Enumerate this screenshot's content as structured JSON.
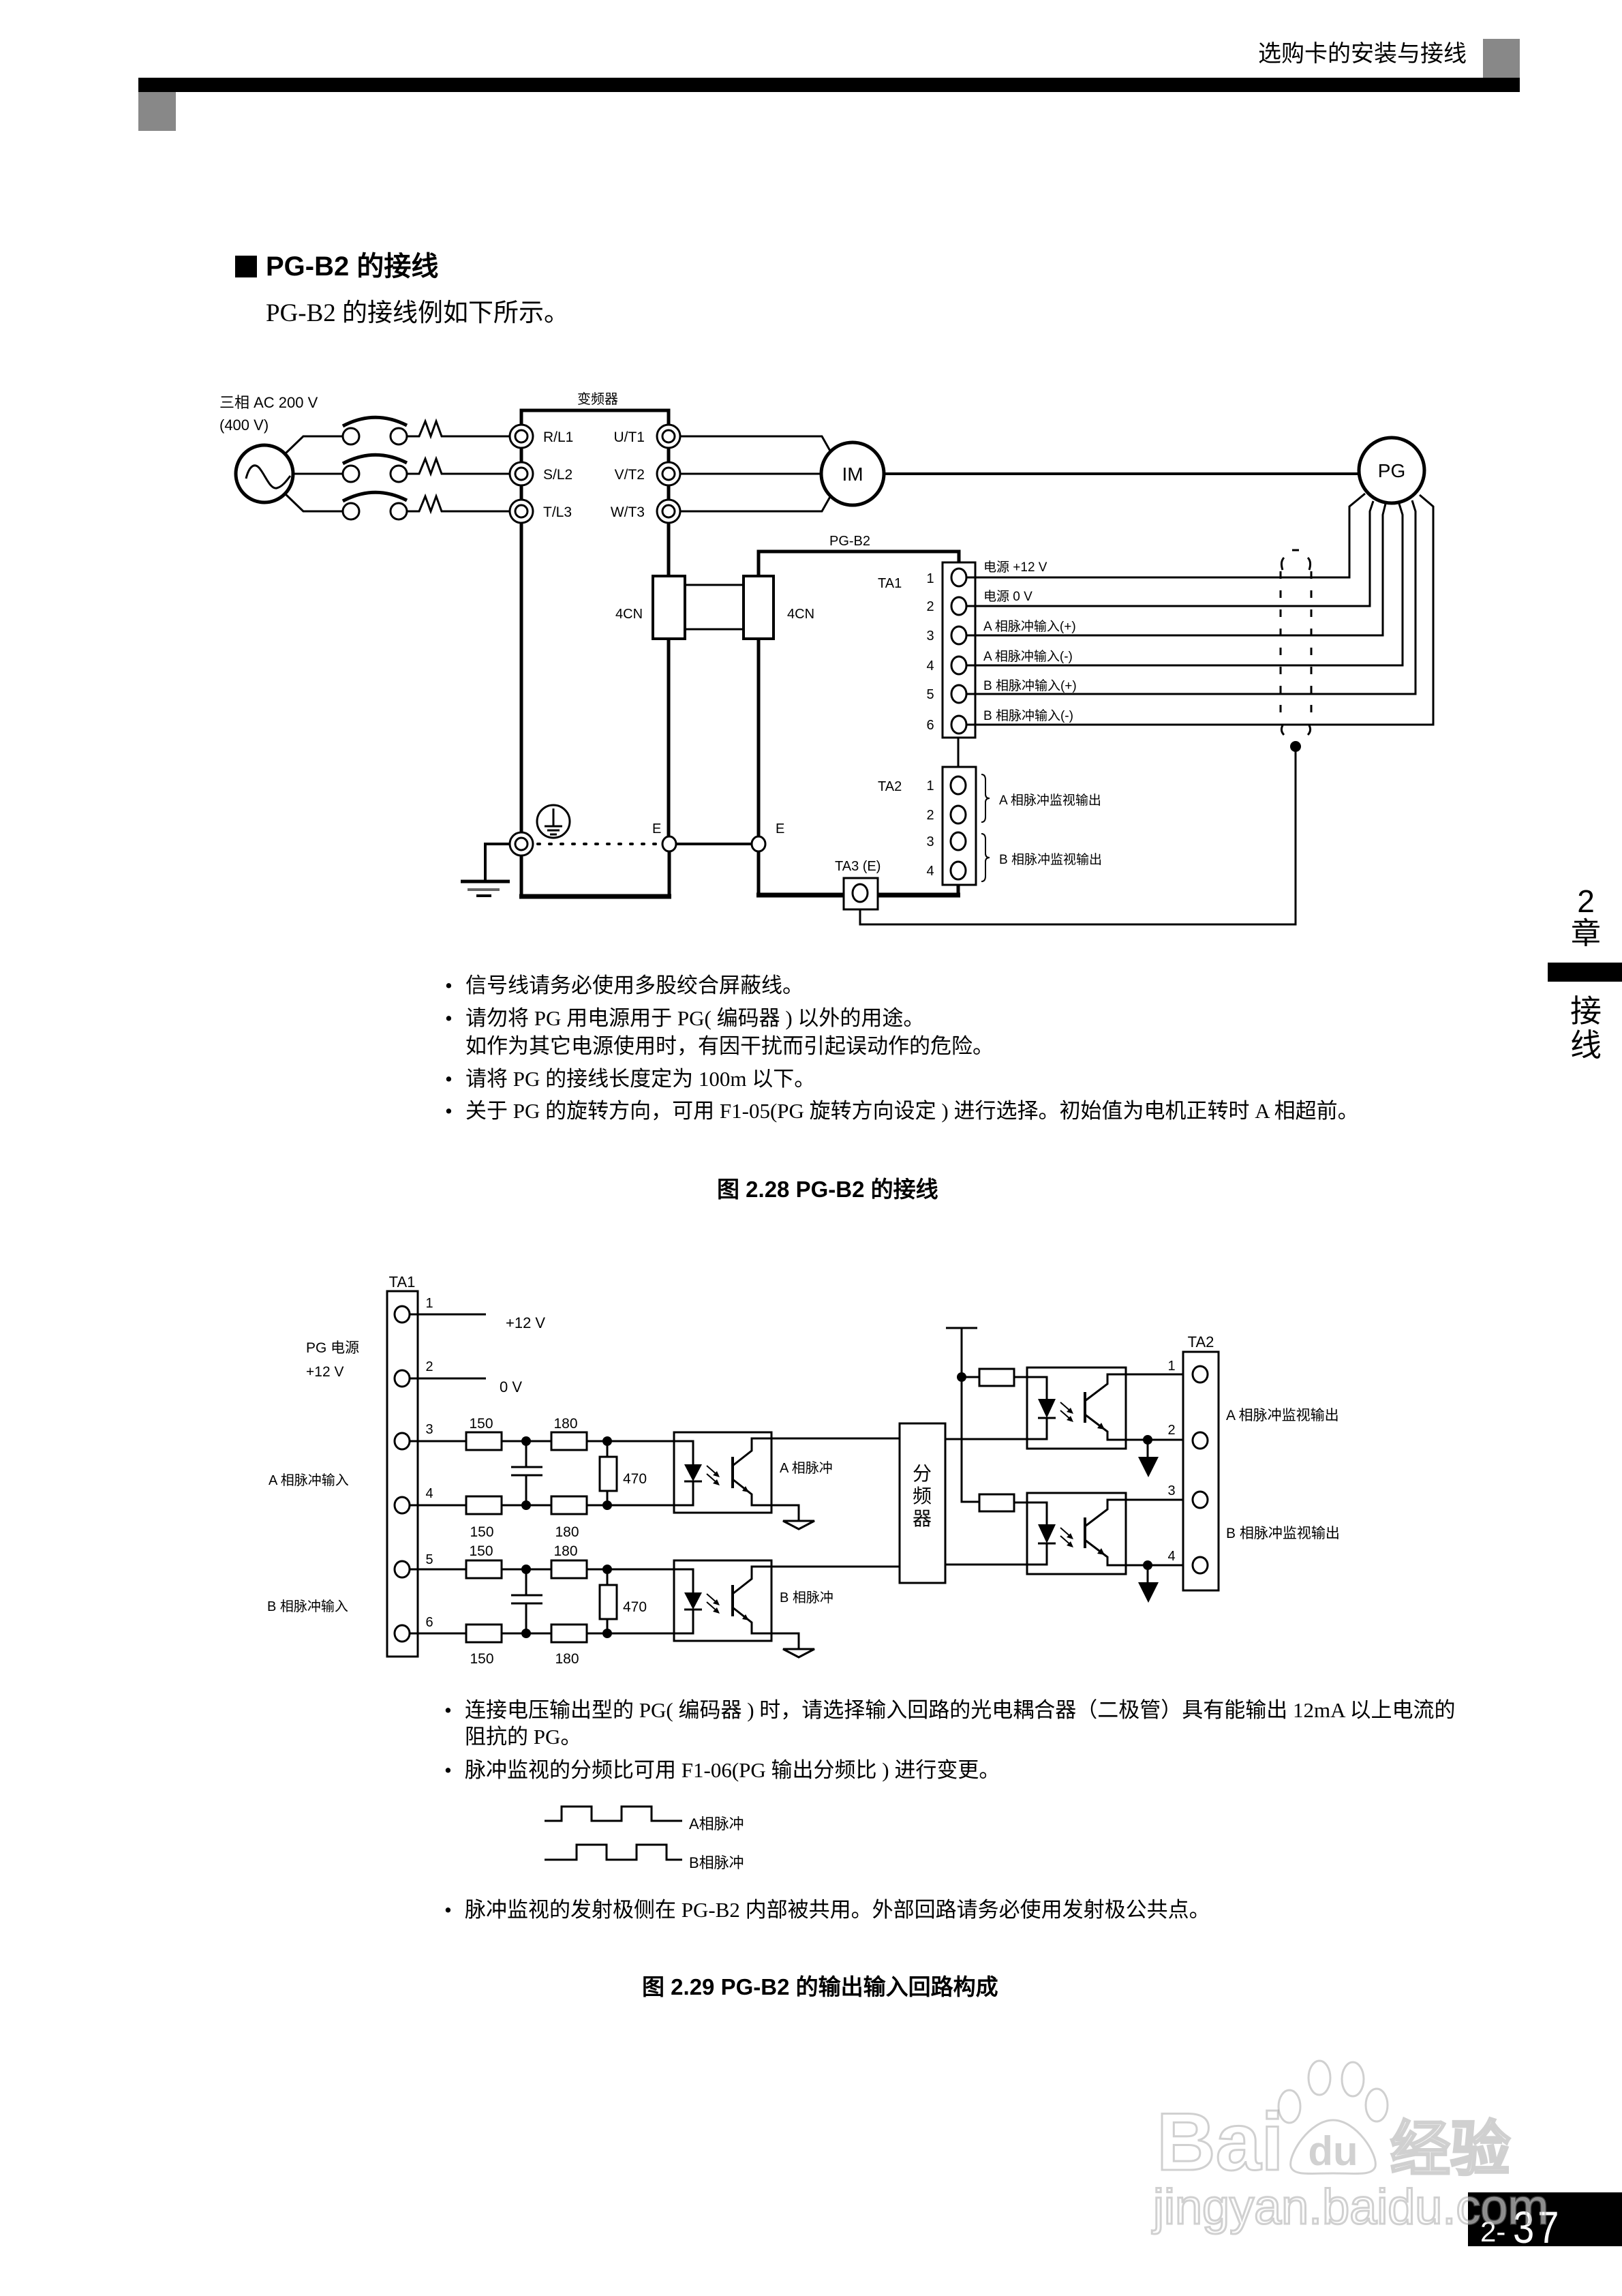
{
  "header": {
    "title": "选购卡的安装与接线"
  },
  "section": {
    "heading": "PG-B2 的接线",
    "intro": "PG-B2 的接线例如下所示。"
  },
  "fig1": {
    "power_label": "三相 AC 200 V",
    "power_label_alt": "(400 V)",
    "inverter_label": "变频器",
    "input_terminals": [
      "R/L1",
      "S/L2",
      "T/L3"
    ],
    "output_terminals": [
      "U/T1",
      "V/T2",
      "W/T3"
    ],
    "motor_label": "IM",
    "encoder_label": "PG",
    "card_label": "PG-B2",
    "connector_labels": [
      "4CN",
      "4CN"
    ],
    "ta1": {
      "label": "TA1",
      "pins": [
        "1",
        "2",
        "3",
        "4",
        "5",
        "6"
      ],
      "signals": [
        "电源 +12 V",
        "电源   0 V",
        "A 相脉冲输入(+)",
        "A 相脉冲输入(-)",
        "B 相脉冲输入(+)",
        "B 相脉冲输入(-)"
      ]
    },
    "ta2": {
      "label": "TA2",
      "pins": [
        "1",
        "2",
        "3",
        "4"
      ],
      "groups": [
        "A 相脉冲监视输出",
        "B 相脉冲监视输出"
      ]
    },
    "ta3_label": "TA3 (E)",
    "ground_labels": [
      "E",
      "E"
    ]
  },
  "notes1": [
    {
      "bullet": "•",
      "lines": [
        "信号线请务必使用多股绞合屏蔽线。"
      ]
    },
    {
      "bullet": "•",
      "lines": [
        "请勿将 PG 用电源用于 PG( 编码器 ) 以外的用途。",
        "如作为其它电源使用时，有因干扰而引起误动作的危险。"
      ]
    },
    {
      "bullet": "•",
      "lines": [
        "请将 PG 的接线长度定为 100m 以下。"
      ]
    },
    {
      "bullet": "•",
      "lines": [
        "关于 PG 的旋转方向，可用 F1-05(PG 旋转方向设定 ) 进行选择。初始值为电机正转时 A 相超前。"
      ]
    }
  ],
  "caption1": "图 2.28 PG-B2 的接线",
  "fig2": {
    "ta1": {
      "label": "TA1",
      "pins": [
        "1",
        "2",
        "3",
        "4",
        "5",
        "6"
      ]
    },
    "supply_lines": [
      "+12 V",
      "0 V"
    ],
    "supply_group": [
      "PG 电源",
      "+12 V"
    ],
    "input_groups": [
      "A 相脉冲输入",
      "B 相脉冲输入"
    ],
    "resistors": {
      "input_series_1": "150",
      "input_series_2": "180",
      "shunt": "470"
    },
    "opto_outputs": [
      "A 相脉冲",
      "B 相脉冲"
    ],
    "divider_chars": [
      "分",
      "频",
      "器"
    ],
    "ta2": {
      "label": "TA2",
      "pins": [
        "1",
        "2",
        "3",
        "4"
      ],
      "groups": [
        "A 相脉冲监视输出",
        "B 相脉冲监视输出"
      ]
    }
  },
  "notes2": [
    {
      "bullet": "•",
      "lines": [
        "连接电压输出型的 PG( 编码器 ) 时，请选择输入回路的光电耦合器（二极管）具有能输出 12mA 以上电流的",
        "阻抗的 PG。"
      ]
    },
    {
      "bullet": "•",
      "lines": [
        "脉冲监视的分频比可用 F1-06(PG 输出分频比 ) 进行变更。"
      ]
    },
    {
      "bullet": "•",
      "lines": [
        "脉冲监视的发射极侧在 PG-B2 内部被共用。外部回路请务必使用发射极公共点。"
      ]
    }
  ],
  "pulse_waveforms": {
    "labels": [
      "A相脉冲",
      "B相脉冲"
    ],
    "cycles": 2,
    "duty": 0.5,
    "b_lag_fraction_of_period": 0.25
  },
  "caption2": "图 2.29 PG-B2 的输出输入回路构成",
  "side_tab": {
    "chapter_number": "2",
    "chapter_char": "章",
    "title_chars": [
      "接",
      "线"
    ]
  },
  "page_number": {
    "prefix": "2-",
    "number": "37"
  },
  "watermark": {
    "brand_left": "Bai",
    "brand_paw": "du",
    "brand_right": "经验",
    "url": "jingyan.baidu.com"
  },
  "colors": {
    "text": "#000000",
    "header_bar": "#000000",
    "header_gray_block": "#888888",
    "page_number_bg": "#000000",
    "page_number_text": "#ffffff",
    "watermark": "#d0d0d0"
  }
}
